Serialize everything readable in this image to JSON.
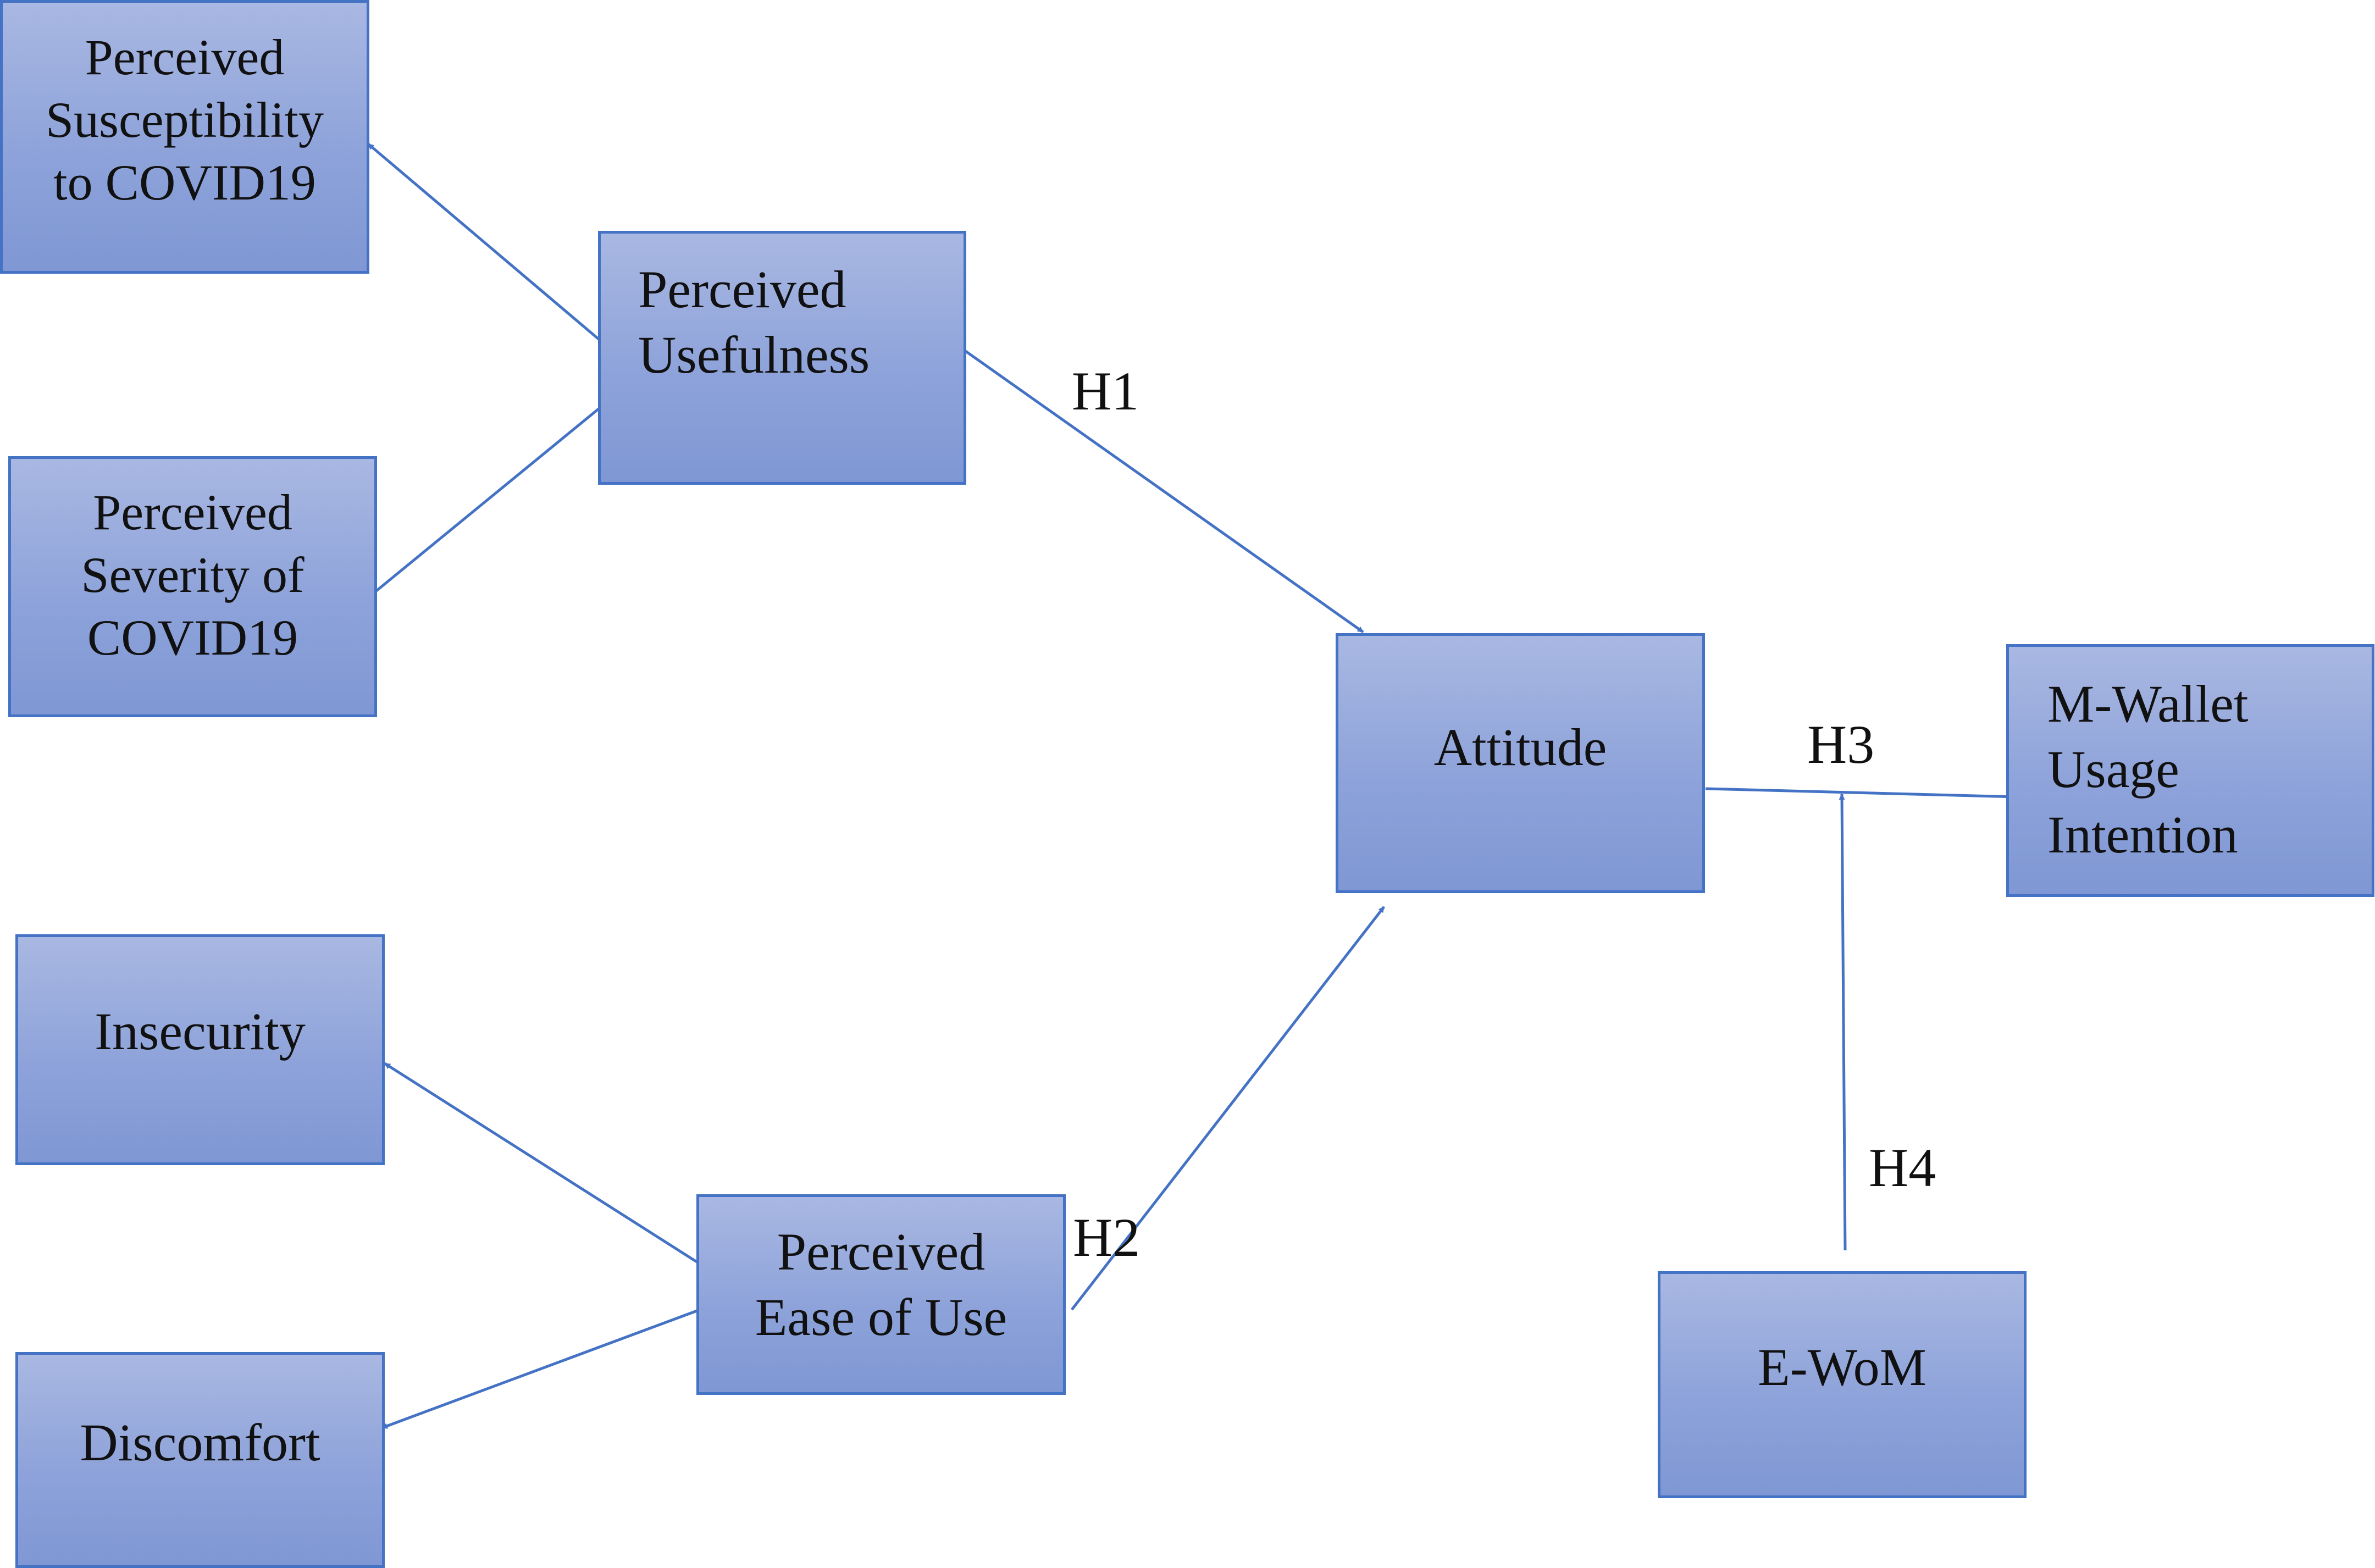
{
  "nodes": {
    "susceptibility": "Perceived\nSusceptibility\nto COVID19",
    "usefulness": "Perceived\nUsefulness",
    "severity": "Perceived\nSeverity of\nCOVID19",
    "attitude": "Attitude",
    "intention": "M-Wallet\nUsage\nIntention",
    "insecurity": "Insecurity",
    "ease_of_use": "Perceived\nEase of Use",
    "discomfort": "Discomfort",
    "ewom": "E-WoM"
  },
  "hypotheses": {
    "h1": "H1",
    "h2": "H2",
    "h3": "H3",
    "h4": "H4"
  },
  "colors": {
    "arrow": "#4472c4",
    "border": "#4472c4",
    "fill_top": "#a9b8e2",
    "fill_bottom": "#7f97d4"
  }
}
